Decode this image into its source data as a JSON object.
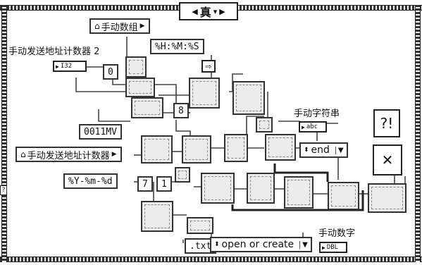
{
  "case_selector": {
    "label": "真"
  },
  "labels": {
    "counter_indicator_label": "手动发送地址计数器 2",
    "string_indicator_label": "手动字符串",
    "number_indicator_label": "手动数字"
  },
  "controls": {
    "array_local": "手动数组",
    "counter_local": "手动发送地址计数器",
    "time_format": "%H:%M:%S",
    "date_format": "%Y-%m-%d",
    "hex_const": "0011MV",
    "index_const": "0",
    "const_8": "8",
    "const_7": "7",
    "const_1": "1",
    "ext_const": ".txt",
    "end_enum": "end",
    "open_enum": "open or create"
  },
  "terminals": {
    "counter_terminal": "I32",
    "string_terminal": "abc",
    "number_terminal": "DBL"
  },
  "tunnel": "?"
}
